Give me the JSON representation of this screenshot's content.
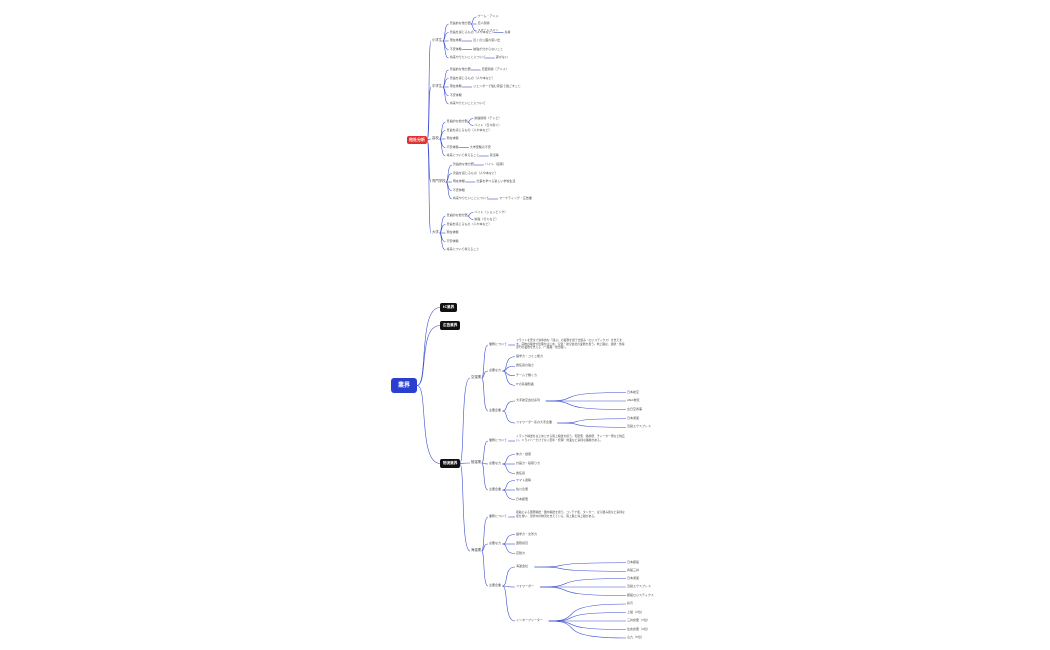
{
  "colors": {
    "line": "#3b4fd0",
    "root_red": "#e03131",
    "root_blue": "#2a3fcf",
    "category_bg": "#111111",
    "text": "#4a4a4a"
  },
  "map1": {
    "root": "他社分析",
    "branches": [
      {
        "label": "小学生",
        "children": [
          {
            "label": "普遍的な他分野",
            "children": [
              "ゲーム・アニメ",
              "恋人関係",
              "スマートフォン"
            ]
          },
          {
            "label": "普遍を感じるもの（人や本など）",
            "children": [
              "先輩"
            ]
          },
          {
            "label": "現在体験",
            "children": [
              "近くの公園の思い出"
            ]
          },
          {
            "label": "不安体験",
            "children": [
              "勉強が分からないこと"
            ]
          },
          {
            "label": "将来やりたいことについて",
            "children": [
              "夢がない"
            ]
          }
        ]
      },
      {
        "label": "中学生",
        "children": [
          {
            "label": "普遍的な他分野",
            "children": [
              "恋愛関係（アニメ）"
            ]
          },
          {
            "label": "普遍を感じるもの（人や本など）",
            "children": []
          },
          {
            "label": "現在体験",
            "children": [
              "ジェンダーで悩む家庭で過ごすこと"
            ]
          },
          {
            "label": "不安体験",
            "children": []
          },
          {
            "label": "将来やりたいことについて",
            "children": []
          }
        ]
      },
      {
        "label": "高校",
        "children": [
          {
            "label": "普遍的な他分野",
            "children": [
              "勉強関係（テレビ）",
              "バイト（日々稼ぐ）"
            ]
          },
          {
            "label": "普遍を感じるもの（人や本など）",
            "children": []
          },
          {
            "label": "現在体験",
            "children": []
          },
          {
            "label": "不安体験",
            "children": [
              "大学受験の不安"
            ]
          },
          {
            "label": "将来について考えること",
            "children": [
              "就活等"
            ]
          }
        ]
      },
      {
        "label": "専門学校",
        "children": [
          {
            "label": "普遍的な他分野",
            "children": [
              "バイト（接客）"
            ]
          },
          {
            "label": "普遍を感じるもの（人や本など）",
            "children": []
          },
          {
            "label": "現在体験",
            "children": [
              "仕事を学べる楽しい学校生活"
            ]
          },
          {
            "label": "不安体験",
            "children": []
          },
          {
            "label": "将来やりたいことについて",
            "children": [
              "マーケティング・広告業"
            ]
          }
        ]
      },
      {
        "label": "大学",
        "children": [
          {
            "label": "普遍的な他分野",
            "children": [
              "バイト（ショッピング）",
              "勉強（ゼミなど）"
            ]
          },
          {
            "label": "普遍を感じるもの（人や本など）",
            "children": []
          },
          {
            "label": "現在体験",
            "children": []
          },
          {
            "label": "不安体験",
            "children": []
          },
          {
            "label": "将来について考えること",
            "children": []
          }
        ]
      }
    ]
  },
  "map2": {
    "root": "業界",
    "categories": [
      {
        "label": "IC業界",
        "children": []
      },
      {
        "label": "広告業界",
        "children": []
      },
      {
        "label": "物流業界",
        "children": [
          {
            "label": "空運業",
            "children": [
              {
                "label": "業務について",
                "text": "フライトを安全で効率的な「運ぶ」の業務を担う仕組み（ロジスティクス）を支えます。貨物の輸送や管理をはじめ、空港・航空会社の業務を担う。地上職は、運航・旅客部門の業務を支える（一般職・総合職）。"
              },
              {
                "label": "必要な力",
                "items": [
                  "語学力・コミュ能力",
                  "責任感の強さ",
                  "チームで働く力",
                  "ITの基礎知識"
                ]
              },
              {
                "label": "主要企業",
                "groups": [
                  {
                    "label": "大手航空会社系列",
                    "items": [
                      "日本航空",
                      "ANA物流",
                      "全日空商事"
                    ]
                  },
                  {
                    "label": "フォワーダー系の大手企業",
                    "items": [
                      "日本通運",
                      "近鉄エクスプレス"
                    ]
                  }
                ]
              }
            ]
          },
          {
            "label": "陸運業",
            "children": [
              {
                "label": "業務について",
                "text": "トラック輸送をはじめとする陸上輸送を担う。宅配便、路線便、チャーター便など幅広い。ドライバーだけでなく配車・管理・営業など多様な職種がある。"
              },
              {
                "label": "必要な力",
                "items": [
                  "体力・健康",
                  "計画力・段取り力",
                  "責任感"
                ]
              },
              {
                "label": "主要企業",
                "items": [
                  "ヤマト運輸",
                  "佐川急便",
                  "日本郵便"
                ]
              }
            ]
          },
          {
            "label": "海運業",
            "children": [
              {
                "label": "業務について",
                "text": "船舶による国際輸送・国内輸送を担う。コンテナ船、タンカー、ばら積み船など多様な船を用い、世界中の物流を支えている。陸上職と海上職がある。"
              },
              {
                "label": "必要な力",
                "items": [
                  "語学力・交渉力",
                  "国際感覚",
                  "忍耐力"
                ]
              },
              {
                "label": "主要企業",
                "groups": [
                  {
                    "label": "海運会社",
                    "items": [
                      "日本郵船",
                      "商船三井"
                    ]
                  },
                  {
                    "label": "フォワーダー",
                    "items": [
                      "日本通運",
                      "近鉄エクスプレス",
                      "郵船ロジスティクス"
                    ]
                  },
                  {
                    "label": "インタープリーター",
                    "items": [
                      "鈴与",
                      "上組（2位）",
                      "三井倉庫（3位）",
                      "住友倉庫（4位）",
                      "山九（5位）"
                    ]
                  }
                ]
              }
            ]
          }
        ]
      }
    ]
  }
}
